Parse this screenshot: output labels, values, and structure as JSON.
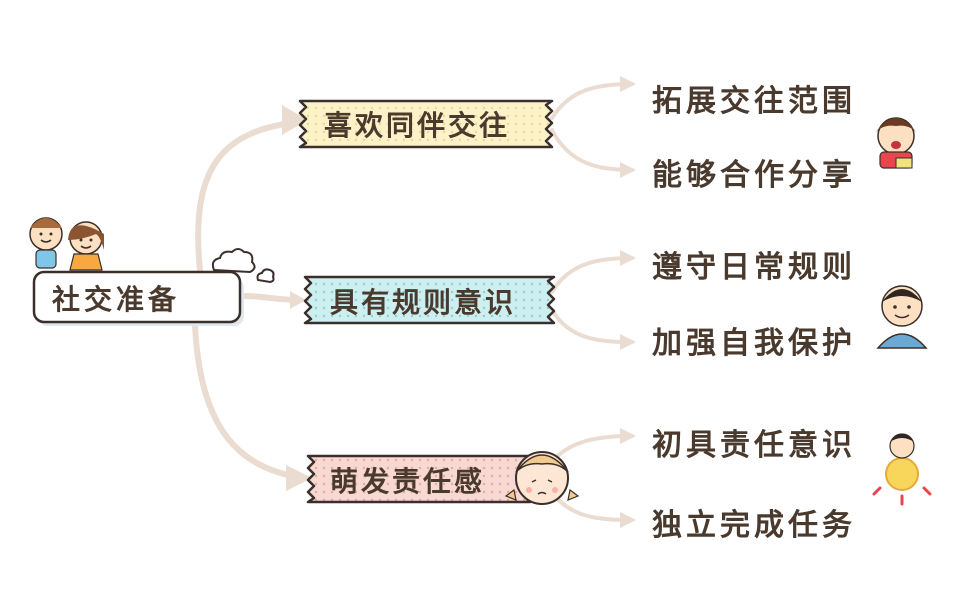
{
  "root": {
    "label": "社交准备"
  },
  "branches": [
    {
      "label": "喜欢同伴交往",
      "tape_color": "#fbf2c8",
      "leaves": [
        "拓展交往范围",
        "能够合作分享"
      ]
    },
    {
      "label": "具有规则意识",
      "tape_color": "#cdeff0",
      "leaves": [
        "遵守日常规则",
        "加强自我保护"
      ]
    },
    {
      "label": "萌发责任感",
      "tape_color": "#f8d8d2",
      "leaves": [
        "初具责任意识",
        "独立完成任务"
      ]
    }
  ],
  "colors": {
    "connector": "#eadcd0",
    "outline": "#3a2f2a",
    "text": "#4a3a2e"
  }
}
